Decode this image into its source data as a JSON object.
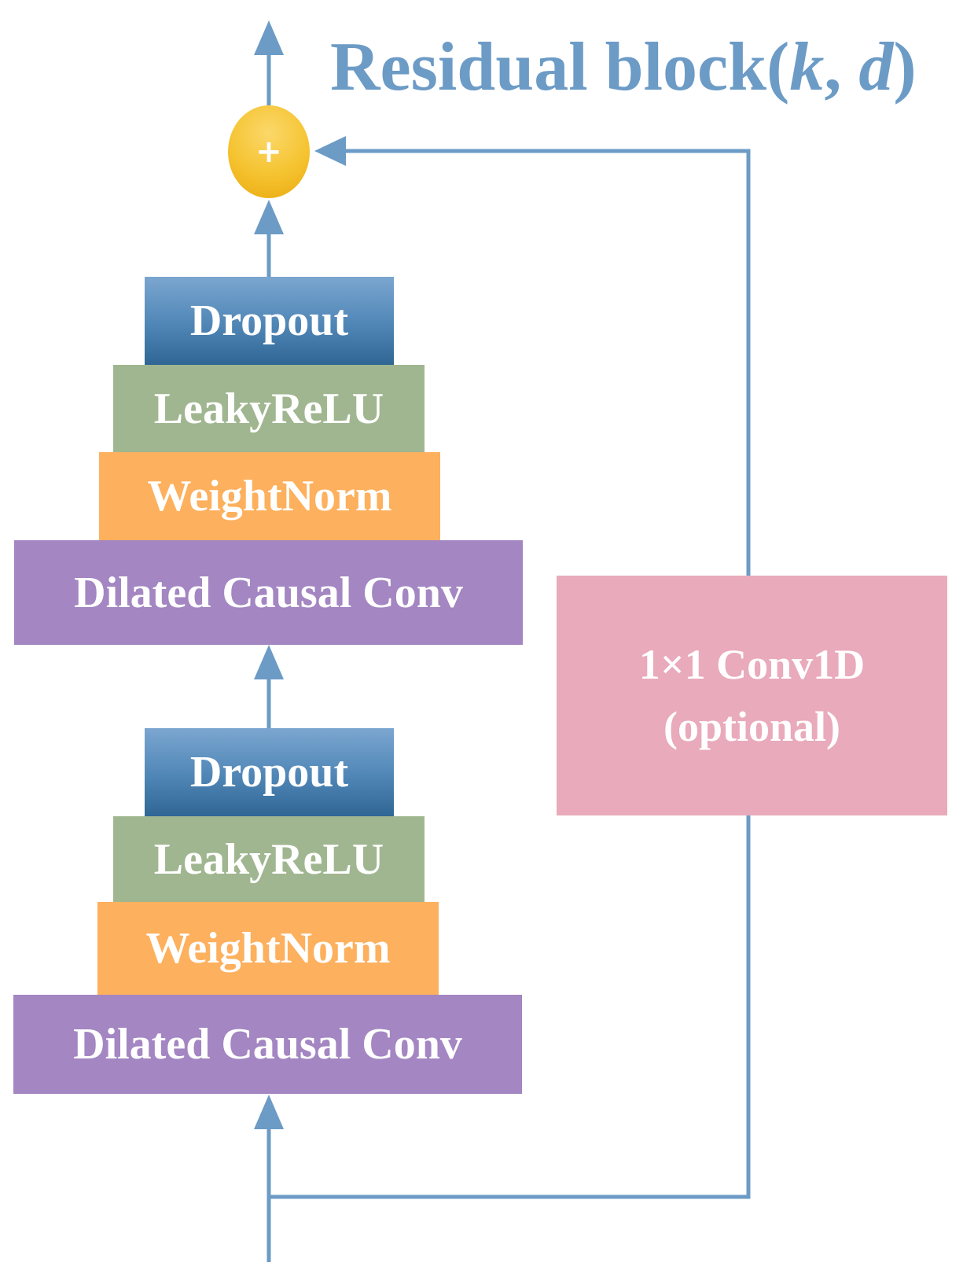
{
  "title": {
    "main": "Residual block(",
    "k": "k",
    "sep": ", ",
    "d": "d",
    "close": ")"
  },
  "add_node": {
    "symbol": "+"
  },
  "upper_stack": {
    "dropout": "Dropout",
    "leaky_relu": "LeakyReLU",
    "weight_norm": "WeightNorm",
    "dilated_conv": "Dilated Causal Conv"
  },
  "lower_stack": {
    "dropout": "Dropout",
    "leaky_relu": "LeakyReLU",
    "weight_norm": "WeightNorm",
    "dilated_conv": "Dilated Causal Conv"
  },
  "skip_conv": {
    "line1": "1×1 Conv1D",
    "line2": "(optional)"
  },
  "colors": {
    "arrow": "#6c9bc6",
    "dropout": "#4f86b6",
    "leaky_relu": "#a0b690",
    "weight_norm": "#fdb05d",
    "dilated_conv": "#a386c2",
    "skip_conv": "#e9aabb",
    "add_node": "#f5c330"
  }
}
